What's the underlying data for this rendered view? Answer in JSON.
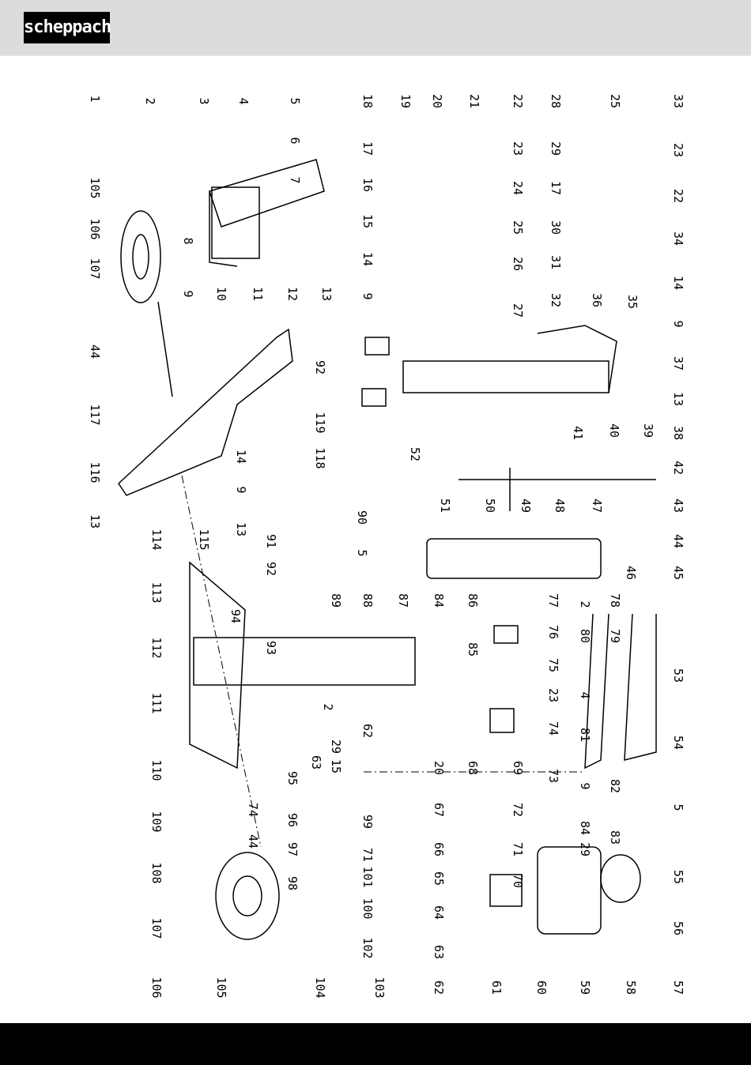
{
  "header": {
    "brand": "scheppach"
  },
  "diagram": {
    "labels": [
      "1",
      "2",
      "3",
      "4",
      "5",
      "18",
      "19",
      "20",
      "21",
      "22",
      "28",
      "25",
      "33",
      "6",
      "17",
      "23",
      "29",
      "23",
      "7",
      "16",
      "24",
      "17",
      "22",
      "105",
      "15",
      "25",
      "30",
      "34",
      "8",
      "14",
      "26",
      "31",
      "106",
      "107",
      "9",
      "10",
      "11",
      "12",
      "13",
      "9",
      "27",
      "32",
      "14",
      "9",
      "37",
      "13",
      "38",
      "36",
      "35",
      "44",
      "92",
      "117",
      "52",
      "119",
      "118",
      "14",
      "9",
      "39",
      "40",
      "41",
      "42",
      "43",
      "44",
      "45",
      "46",
      "47",
      "48",
      "49",
      "50",
      "51",
      "116",
      "13",
      "114",
      "115",
      "13",
      "90",
      "91",
      "5",
      "92",
      "89",
      "88",
      "87",
      "84",
      "86",
      "78",
      "77",
      "2",
      "113",
      "53",
      "80",
      "79",
      "76",
      "85",
      "75",
      "94",
      "93",
      "112",
      "4",
      "23",
      "74",
      "111",
      "2",
      "62",
      "29",
      "15",
      "63",
      "20",
      "68",
      "69",
      "73",
      "81",
      "54",
      "110",
      "95",
      "9",
      "82",
      "5",
      "74",
      "96",
      "44",
      "97",
      "109",
      "99",
      "72",
      "67",
      "83",
      "29",
      "84",
      "71",
      "71",
      "66",
      "108",
      "101",
      "55",
      "98",
      "70",
      "65",
      "100",
      "64",
      "107",
      "56",
      "102",
      "63",
      "59",
      "60",
      "61",
      "58",
      "57",
      "106",
      "105",
      "104",
      "103",
      "62"
    ]
  }
}
